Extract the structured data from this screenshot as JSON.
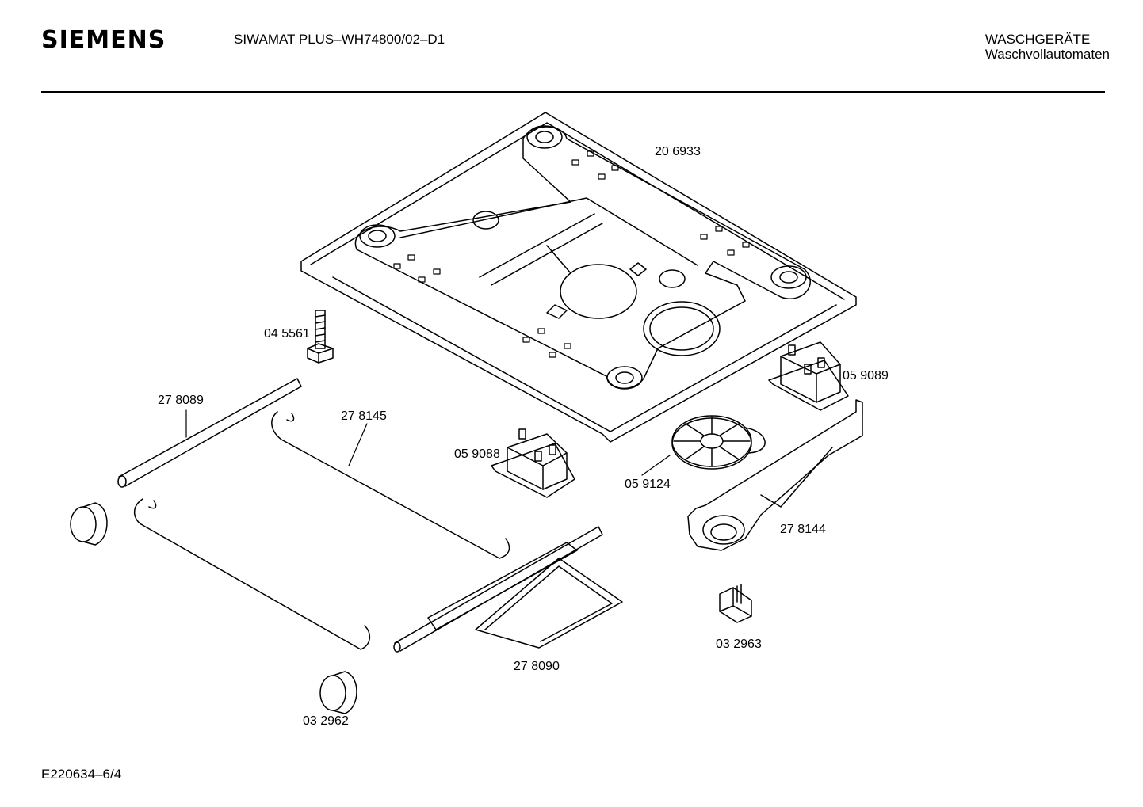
{
  "header": {
    "brand": "SIEMENS",
    "model": "SIWAMAT PLUS–WH74800/02–D1",
    "category_line1": "WASCHGERÄTE",
    "category_line2": "Waschvollautomaten"
  },
  "parts": {
    "base_frame": "20 6933",
    "bolt": "04 5561",
    "rod": "27 8089",
    "spring_rod": "27 8145",
    "bracket_left": "05 9088",
    "bracket_right": "05 9089",
    "disc": "05 9124",
    "lever": "27 8144",
    "clip": "03 2963",
    "frame_rod": "27 8090",
    "roller": "03 2962"
  },
  "footer": {
    "code": "E220634–6/4"
  }
}
